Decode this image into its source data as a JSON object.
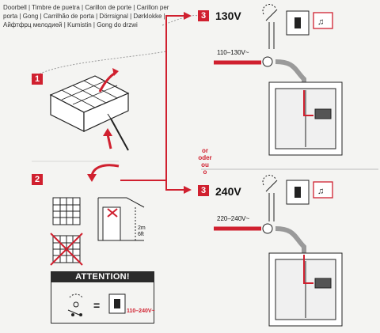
{
  "title": "Doorbell | Timbre de puetra | Carillon de porte | Carillon per porta | Gong | Carrilhão de porta | Dörrsignal | Dørklokke | Айфтфрц мелодией | Kumistin | Gong do drzwi",
  "steps": [
    "1",
    "2",
    "3",
    "3"
  ],
  "options": {
    "top": {
      "voltage": "130V",
      "wire_label": "110–130V~"
    },
    "bottom": {
      "voltage": "240V",
      "wire_label": "220–240V~"
    },
    "or_text": [
      "or",
      "oder",
      "ou",
      "o"
    ]
  },
  "mount_height": [
    "2m",
    "6ft"
  ],
  "attention": {
    "label": "ATTENTION!",
    "range": "110–240V~",
    "equals": "="
  },
  "colors": {
    "accent": "#d0202f",
    "dark": "#2b2b2b",
    "line": "#333333",
    "wire_gray": "#9a9a9a"
  },
  "icons": [
    "transformer-icon",
    "screwdriver-icon",
    "switch-icon",
    "doorbell-icon",
    "grid-icon",
    "wall-icon"
  ]
}
